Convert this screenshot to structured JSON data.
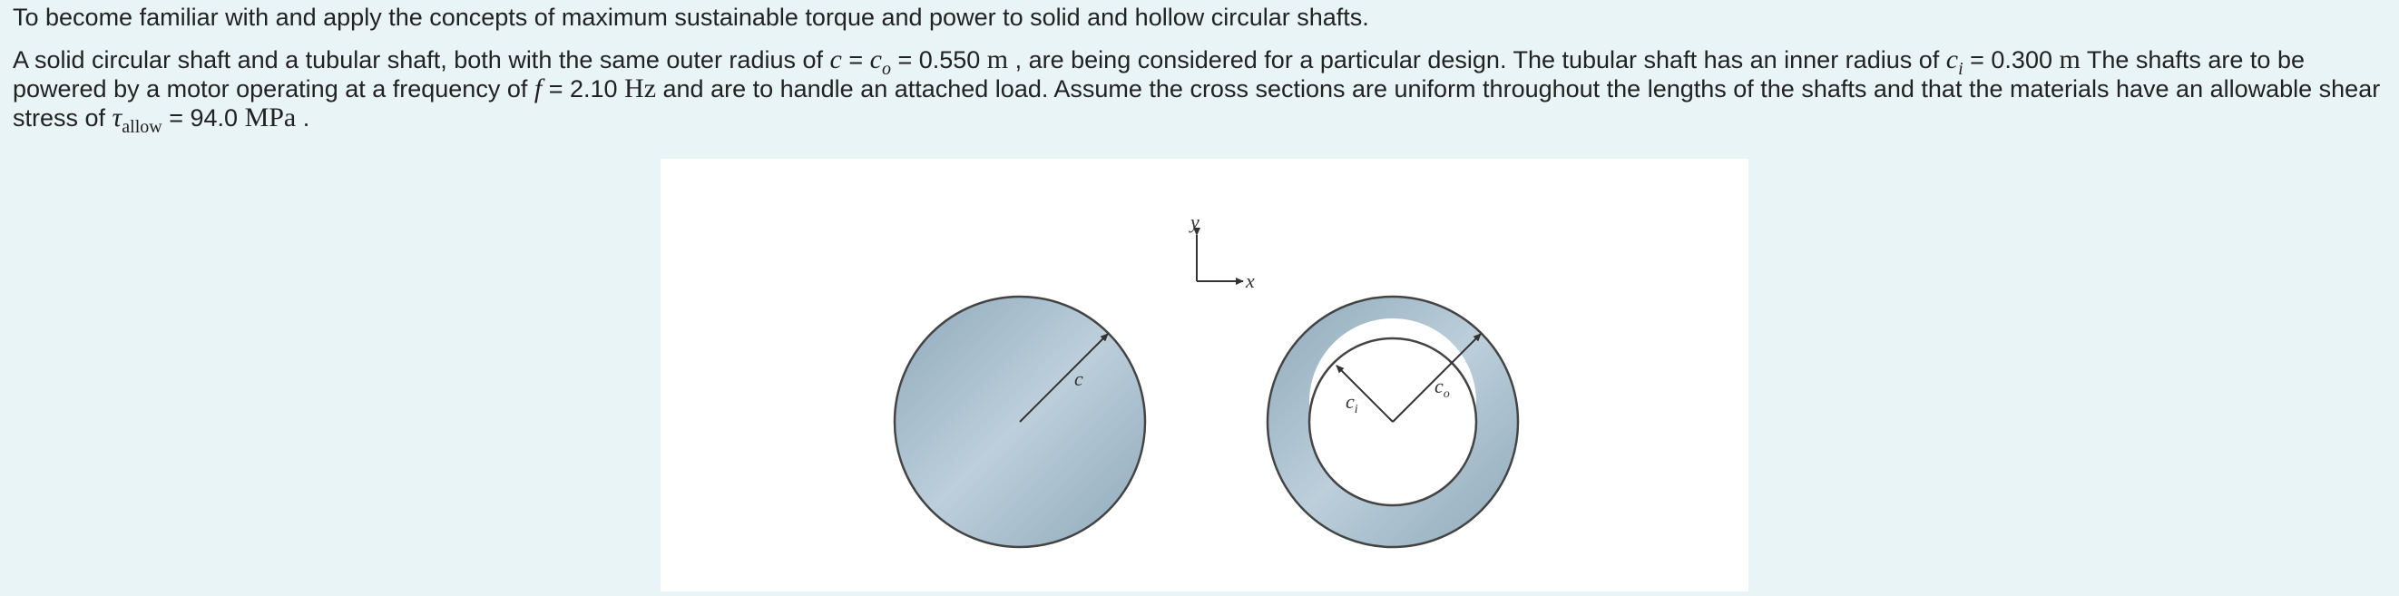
{
  "intro": {
    "text": "To become familiar with and apply the concepts of maximum sustainable torque and power to solid and hollow circular shafts."
  },
  "problem": {
    "p1": "A solid circular shaft and a tubular shaft, both with the same outer radius of ",
    "c_sym": "c",
    "eq": " = ",
    "co_sym": "c",
    "co_sub": "o",
    "co_eq": " = 0.550 ",
    "co_unit": "m",
    "p2": " , are being considered for a particular design. The tubular shaft has an inner radius of ",
    "ci_sym": "c",
    "ci_sub": "i",
    "ci_eq": " = 0.300 ",
    "ci_unit": "m",
    "p3": " The shafts are to be powered by a motor operating at a frequency of ",
    "f_sym": "f",
    "f_eq": " = 2.10 ",
    "f_unit": "Hz",
    "p4": " and are to handle an attached load. Assume the cross sections are uniform throughout the lengths of the shafts and that the materials have an allowable shear stress of ",
    "tau_sym": "τ",
    "tau_sub": "allow",
    "tau_eq": " = ",
    "tau_val": "94.0 ",
    "tau_unit": "MPa",
    "p5": " ."
  },
  "figure": {
    "axis_y": "y",
    "axis_x": "x",
    "solid_label": "c",
    "inner_label": "c",
    "inner_label_sub": "i",
    "outer_label": "c",
    "outer_label_sub": "o",
    "colors": {
      "shaft_light": "#bccfdb",
      "shaft_dark": "#8fa9ba",
      "outline": "#444444"
    }
  }
}
